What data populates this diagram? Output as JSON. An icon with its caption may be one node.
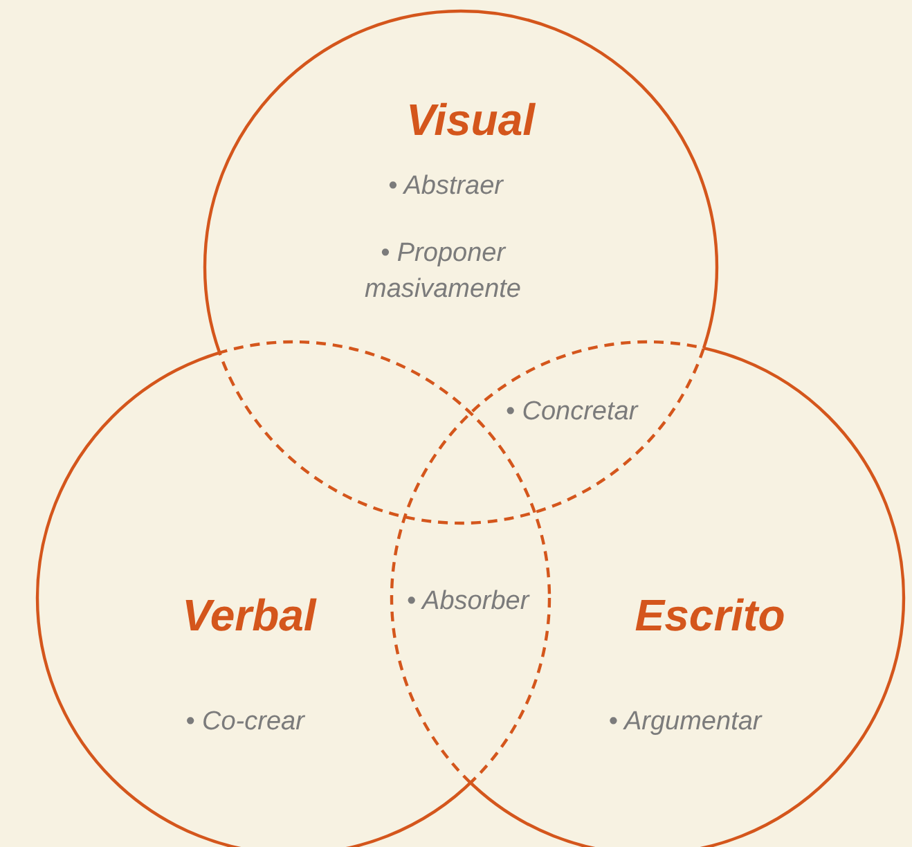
{
  "diagram": {
    "nodes": [
      {
        "text": [
          "Visual",
          "• Abstraer",
          "• Proponer masivamente"
        ]
      },
      {
        "text": [
          "Verbal",
          "• Co-crear"
        ]
      },
      {
        "text": [
          "Escrito",
          "• Argumentar"
        ]
      }
    ],
    "labels": [
      "• Concretar",
      "• Absorber"
    ]
  }
}
